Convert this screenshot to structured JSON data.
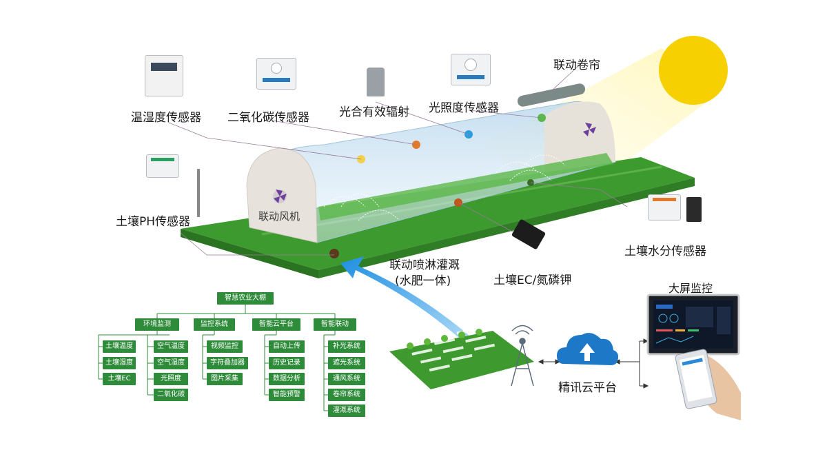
{
  "sensors": {
    "temp_humidity": "温湿度传感器",
    "co2": "二氧化碳传感器",
    "par": "光合有效辐射",
    "light": "光照度传感器",
    "roller": "联动卷帘",
    "soil_ph": "土壤PH传感器",
    "fan": "联动风机",
    "sprinkler_line1": "联动喷淋灌溉",
    "sprinkler_line2": "(水肥一体)",
    "soil_ec": "土壤EC/氮磷钾",
    "soil_moisture": "土壤水分传感器"
  },
  "platform": {
    "cloud": "精讯云平台",
    "big_screen": "大屏监控"
  },
  "tree": {
    "root": "智慧农业大棚",
    "categories": [
      "环境监测",
      "监控系统",
      "智能云平台",
      "智能联动"
    ],
    "env_col1": [
      "土壤温度",
      "土壤湿度",
      "土壤EC"
    ],
    "env_col2": [
      "空气温度",
      "空气湿度",
      "光照度",
      "二氧化碳"
    ],
    "monitor": [
      "视频监控",
      "字符叠加器",
      "图片采集"
    ],
    "cloud": [
      "自动上传",
      "历史记录",
      "数据分析",
      "智能预警"
    ],
    "linkage": [
      "补光系统",
      "遮光系统",
      "通风系统",
      "卷帘系统",
      "灌溉系统"
    ]
  },
  "colors": {
    "tree_green": "#2e8b3a",
    "field_green": "#3d9a2e",
    "sun_yellow": "#f6d000",
    "cloud_blue": "#1e78c8"
  }
}
